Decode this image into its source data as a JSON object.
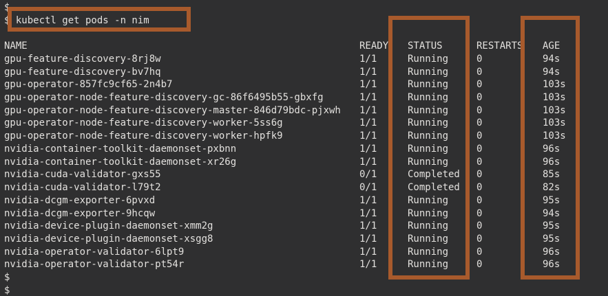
{
  "colors": {
    "background": "#2f2f30",
    "text": "#e3e1de",
    "annotation_box": "#a85a2c"
  },
  "terminal": {
    "prompt": "$",
    "command": "kubectl get pods -n nim",
    "trailing_prompt_1": "$",
    "trailing_prompt_2": "$"
  },
  "table": {
    "headers": {
      "name": "NAME",
      "ready": "READY",
      "status": "STATUS",
      "restarts": "RESTARTS",
      "age": "AGE"
    },
    "rows": [
      {
        "name": "gpu-feature-discovery-8rj8w",
        "ready": "1/1",
        "status": "Running",
        "restarts": "0",
        "age": "94s"
      },
      {
        "name": "gpu-feature-discovery-bv7hq",
        "ready": "1/1",
        "status": "Running",
        "restarts": "0",
        "age": "94s"
      },
      {
        "name": "gpu-operator-857fc9cf65-2n4b7",
        "ready": "1/1",
        "status": "Running",
        "restarts": "0",
        "age": "103s"
      },
      {
        "name": "gpu-operator-node-feature-discovery-gc-86f6495b55-gbxfg",
        "ready": "1/1",
        "status": "Running",
        "restarts": "0",
        "age": "103s"
      },
      {
        "name": "gpu-operator-node-feature-discovery-master-846d79bdc-pjxwh",
        "ready": "1/1",
        "status": "Running",
        "restarts": "0",
        "age": "103s"
      },
      {
        "name": "gpu-operator-node-feature-discovery-worker-5ss6g",
        "ready": "1/1",
        "status": "Running",
        "restarts": "0",
        "age": "103s"
      },
      {
        "name": "gpu-operator-node-feature-discovery-worker-hpfk9",
        "ready": "1/1",
        "status": "Running",
        "restarts": "0",
        "age": "103s"
      },
      {
        "name": "nvidia-container-toolkit-daemonset-pxbnn",
        "ready": "1/1",
        "status": "Running",
        "restarts": "0",
        "age": "96s"
      },
      {
        "name": "nvidia-container-toolkit-daemonset-xr26g",
        "ready": "1/1",
        "status": "Running",
        "restarts": "0",
        "age": "96s"
      },
      {
        "name": "nvidia-cuda-validator-gxs55",
        "ready": "0/1",
        "status": "Completed",
        "restarts": "0",
        "age": "85s"
      },
      {
        "name": "nvidia-cuda-validator-l79t2",
        "ready": "0/1",
        "status": "Completed",
        "restarts": "0",
        "age": "82s"
      },
      {
        "name": "nvidia-dcgm-exporter-6pvxd",
        "ready": "1/1",
        "status": "Running",
        "restarts": "0",
        "age": "95s"
      },
      {
        "name": "nvidia-dcgm-exporter-9hcqw",
        "ready": "1/1",
        "status": "Running",
        "restarts": "0",
        "age": "94s"
      },
      {
        "name": "nvidia-device-plugin-daemonset-xmm2g",
        "ready": "1/1",
        "status": "Running",
        "restarts": "0",
        "age": "95s"
      },
      {
        "name": "nvidia-device-plugin-daemonset-xsgg8",
        "ready": "1/1",
        "status": "Running",
        "restarts": "0",
        "age": "95s"
      },
      {
        "name": "nvidia-operator-validator-6lpt9",
        "ready": "1/1",
        "status": "Running",
        "restarts": "0",
        "age": "96s"
      },
      {
        "name": "nvidia-operator-validator-pt54r",
        "ready": "1/1",
        "status": "Running",
        "restarts": "0",
        "age": "96s"
      }
    ]
  }
}
